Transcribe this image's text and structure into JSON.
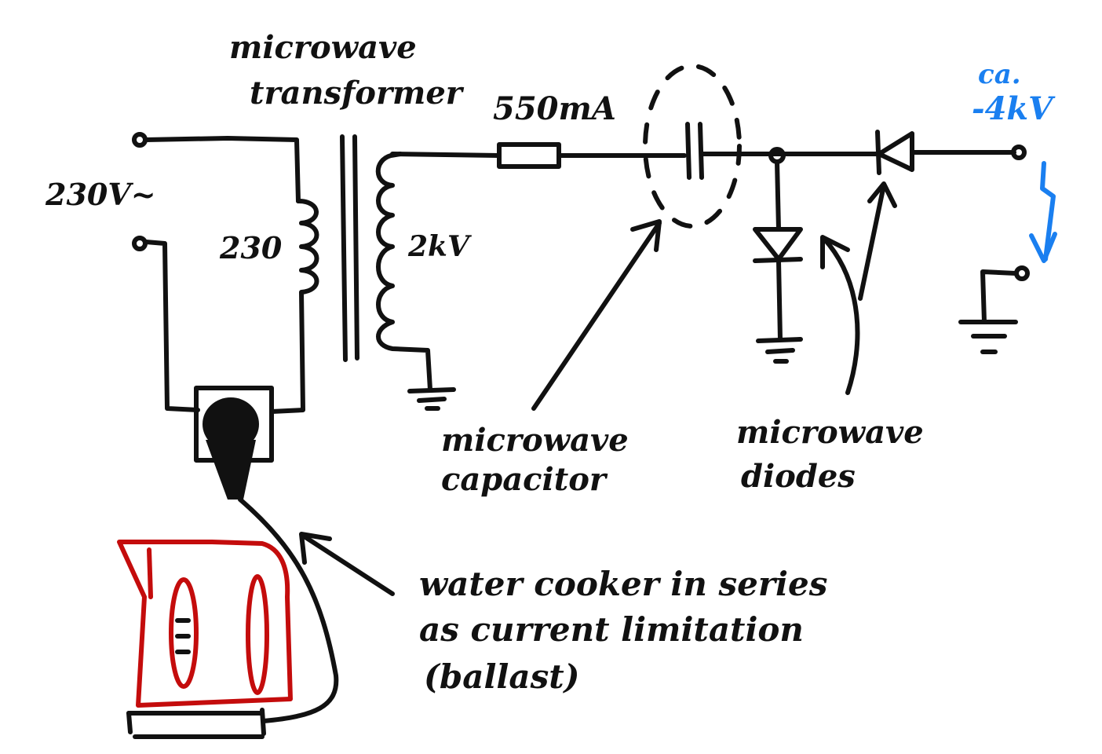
{
  "labels": {
    "mains": "230V~",
    "transformer_line1": "microwave",
    "transformer_line2": "transformer",
    "primary_turns": "230",
    "secondary_voltage": "2kV",
    "fuse": "550mA",
    "output_line1": "ca.",
    "output_line2": "-4kV",
    "capacitor_line1": "microwave",
    "capacitor_line2": "capacitor",
    "diodes_line1": "microwave",
    "diodes_line2": "diodes",
    "kettle_line1": "water cooker in series",
    "kettle_line2": "as current limitation",
    "kettle_line3": "(ballast)"
  },
  "colors": {
    "ink": "#111111",
    "kettle": "#c40c0c",
    "output": "#1a7ff0"
  }
}
